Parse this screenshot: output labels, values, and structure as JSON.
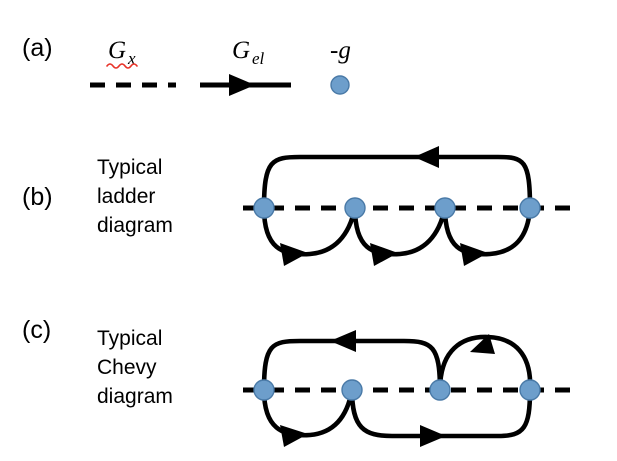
{
  "figure": {
    "background_color": "#ffffff",
    "line_color": "#000000",
    "vertex_fill": "#6d9ecb",
    "vertex_stroke": "#4a7aa7",
    "spellcheck_underline_color": "#e8342a"
  },
  "panels": [
    {
      "tag": "(a)",
      "caption_lines": [],
      "legend": [
        {
          "label": "G",
          "subscript": "x",
          "symbol": "dashed-line",
          "symbol_name": "dashed-propagator-line",
          "has_spellcheck_underline": true
        },
        {
          "label": "G",
          "subscript": "el",
          "symbol": "arrow-line",
          "symbol_name": "directed-propagator-arrow",
          "has_spellcheck_underline": false
        },
        {
          "label": "-g",
          "subscript": "",
          "symbol": "filled-circle",
          "symbol_name": "interaction-vertex-dot",
          "has_spellcheck_underline": false
        }
      ]
    },
    {
      "tag": "(b)",
      "caption_lines": [
        "Typical",
        "ladder",
        "diagram"
      ],
      "vertex_count": 4,
      "arcs_above": 1,
      "arcs_below": 3
    },
    {
      "tag": "(c)",
      "caption_lines": [
        "Typical",
        "Chevy",
        "diagram"
      ],
      "vertex_count": 4,
      "arcs_above": 2,
      "arcs_below": 2
    }
  ]
}
